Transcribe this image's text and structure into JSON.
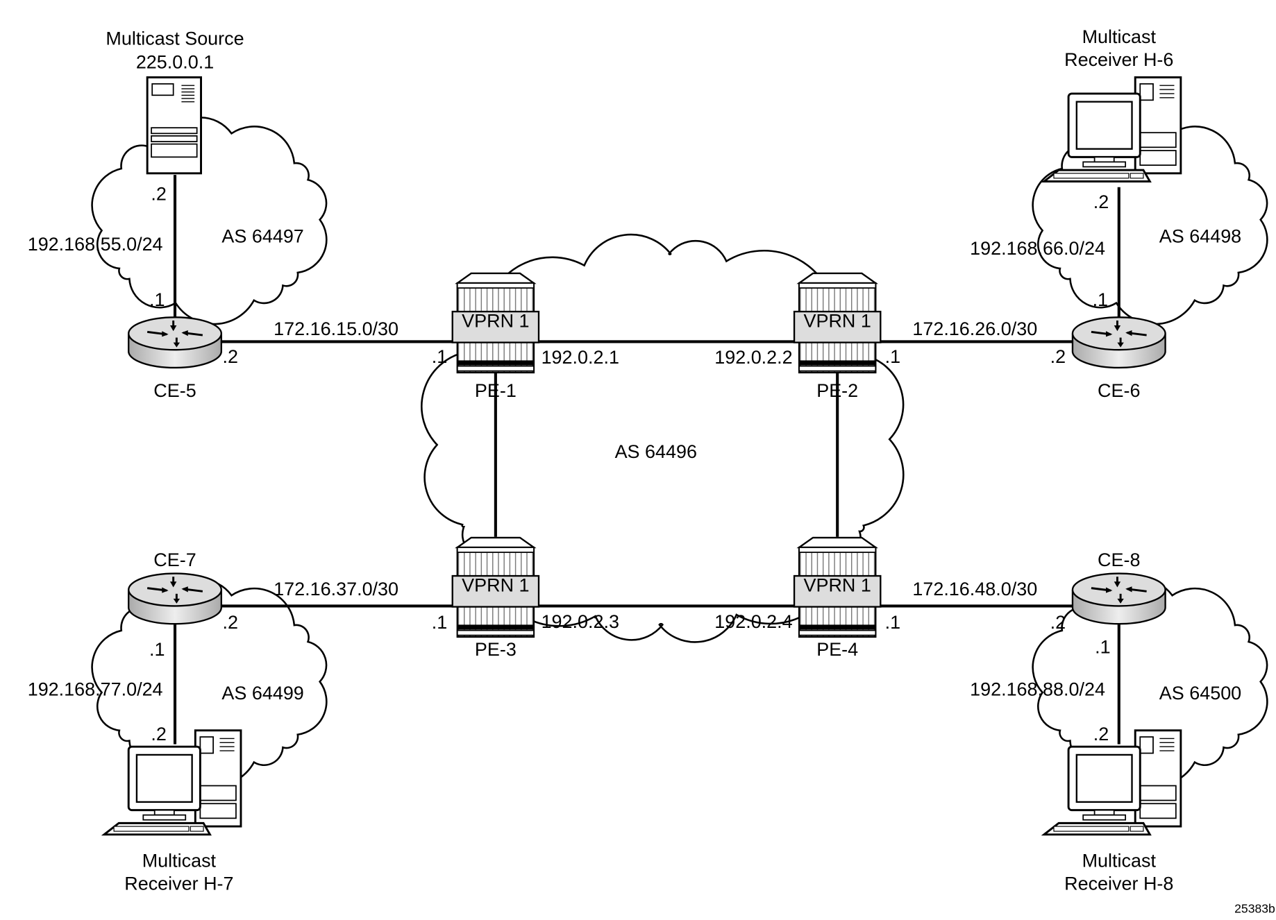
{
  "nodes": {
    "source": {
      "line1": "Multicast Source",
      "line2": "225.0.0.1"
    },
    "h6": {
      "line1": "Multicast",
      "line2": "Receiver H-6"
    },
    "h7": {
      "line1": "Multicast",
      "line2": "Receiver H-7"
    },
    "h8": {
      "line1": "Multicast",
      "line2": "Receiver H-8"
    },
    "ce5": "CE-5",
    "ce6": "CE-6",
    "ce7": "CE-7",
    "ce8": "CE-8",
    "pe1": "PE-1",
    "pe2": "PE-2",
    "pe3": "PE-3",
    "pe4": "PE-4",
    "vprn": "VPRN 1"
  },
  "as": {
    "as64497": "AS 64497",
    "as64498": "AS 64498",
    "as64499": "AS 64499",
    "as64500": "AS 64500",
    "as64496": "AS 64496"
  },
  "subnets": {
    "s55": "192.168.55.0/24",
    "s66": "192.168.66.0/24",
    "s77": "192.168.77.0/24",
    "s88": "192.168.88.0/24",
    "l15": "172.16.15.0/30",
    "l26": "172.16.26.0/30",
    "l37": "172.16.37.0/30",
    "l48": "172.16.48.0/30"
  },
  "system_ips": {
    "pe1": "192.0.2.1",
    "pe2": "192.0.2.2",
    "pe3": "192.0.2.3",
    "pe4": "192.0.2.4"
  },
  "host_ids": {
    "d1": ".1",
    "d2": ".2"
  },
  "figure_id": "25383b"
}
